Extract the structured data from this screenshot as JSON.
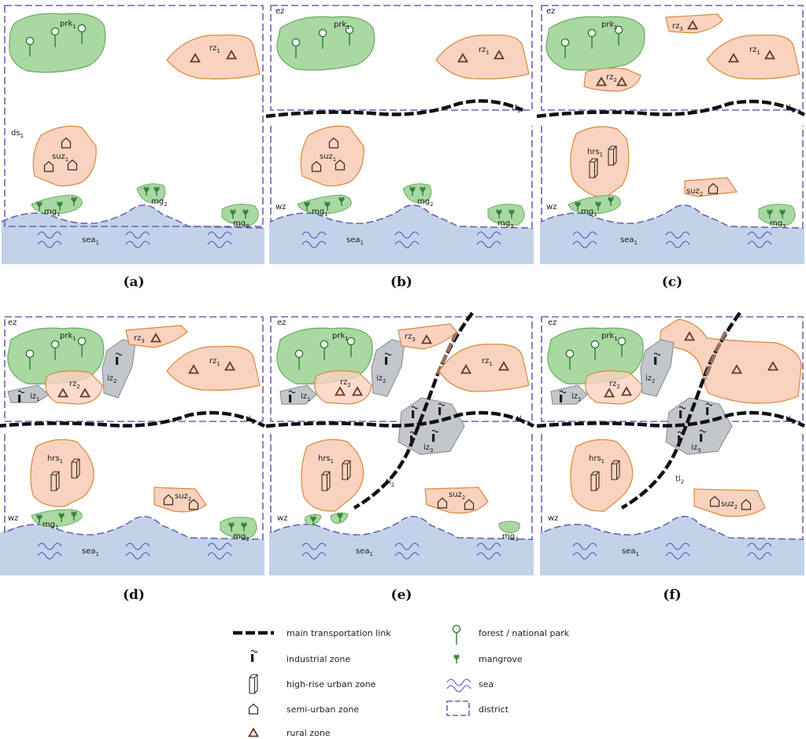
{
  "panels": [
    {
      "caption": "(a)",
      "labels": {
        "district_1": "ds1",
        "sea": "sea1",
        "park": "prk1",
        "rz1": "rz1",
        "suz1": "suz1",
        "mg1": "mg1",
        "mg2": "mg2",
        "mg3": "mg3"
      }
    },
    {
      "caption": "(b)",
      "labels": {
        "ez": "ez",
        "wz": "wz",
        "tl1": "tl1",
        "sea": "sea1",
        "park": "prk1",
        "rz1": "rz1",
        "suz1": "suz1",
        "mg1": "mg1",
        "mg2": "mg2",
        "mg3": "mg3"
      }
    },
    {
      "caption": "(c)",
      "labels": {
        "ez": "ez",
        "wz": "wz",
        "tl1": "tl1",
        "sea": "sea1",
        "park": "prk1",
        "rz1": "rz1",
        "rz2": "rz2",
        "rz3": "rz3",
        "hrs1": "hrs1",
        "suz2": "suz2",
        "mg1": "mg1",
        "mg3": "mg3"
      }
    },
    {
      "caption": "(d)",
      "labels": {
        "ez": "ez",
        "wz": "wz",
        "tl1": "tl1",
        "sea": "sea1",
        "park": "prk1",
        "rz1": "rz1",
        "rz2": "rz2",
        "rz3": "rz3",
        "iz1": "iz1",
        "iz2": "iz2",
        "hrs1": "hrs1",
        "suz2": "suz2",
        "mg1": "mg1",
        "mg3": "mg3"
      }
    },
    {
      "caption": "(e)",
      "labels": {
        "ez": "ez",
        "wz": "wz",
        "tl1": "tl1",
        "tl2": "tl2",
        "sea": "sea1",
        "park": "prk1",
        "rz1": "rz1",
        "rz2": "rz2",
        "rz3": "rz3",
        "iz1": "iz1",
        "iz2": "iz2",
        "iz3": "iz3",
        "hrs1": "hrs1",
        "suz2": "suz2",
        "mg3": "mg3"
      }
    },
    {
      "caption": "(f)",
      "labels": {
        "ez": "ez",
        "wz": "wz",
        "tl1": "tl1",
        "tl2": "tl2",
        "sea": "sea1",
        "park": "prk1",
        "rz2": "rz2",
        "iz1": "iz1",
        "iz2": "iz2",
        "iz3": "iz3",
        "hrs1": "hrs1",
        "suz2": "suz2"
      }
    }
  ],
  "legend": {
    "transport": "main transportation link",
    "industrial": "industrial zone",
    "highrise": "high-rise urban zone",
    "semiurban": "semi-urban zone",
    "rural": "rural zone",
    "forest": "forest / national park",
    "mangrove": "mangrove",
    "sea": "sea",
    "district": "district"
  },
  "colors": {
    "park_fill": "#a9d8a2",
    "park_stroke": "#6aaa62",
    "urban_fill": "#fad2c0",
    "urban_stroke": "#d68a3a",
    "industrial_fill": "#c3c7cc",
    "industrial_stroke": "#8e949a",
    "sea_fill": "#c2d3e9",
    "district_stroke": "#6d64b2",
    "road": "#111111",
    "icon": "#6b3a1e",
    "tree": "#2f7d36",
    "wave": "#4b4fbf"
  }
}
